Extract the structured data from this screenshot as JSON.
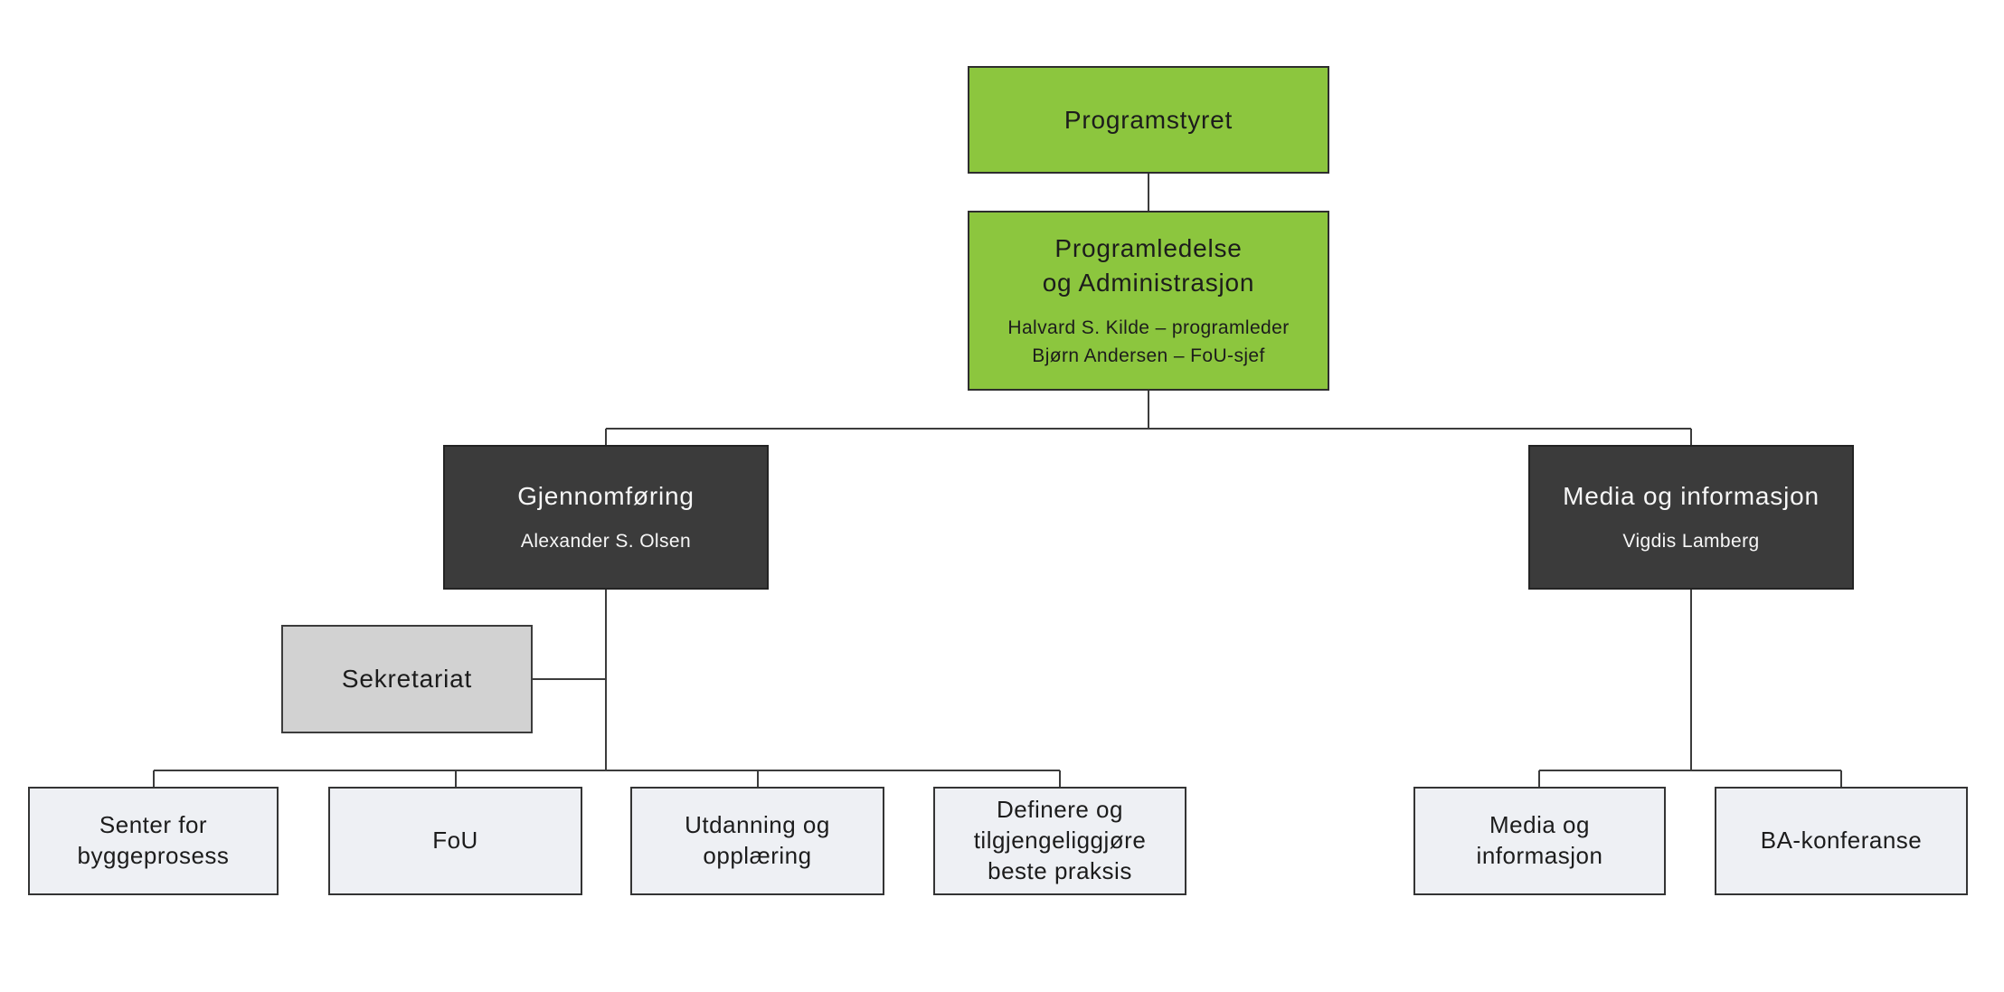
{
  "diagram": {
    "type": "org-chart",
    "background": "#ffffff",
    "colors": {
      "executive_fill": "#8cc63e",
      "division_fill": "#3b3b3b",
      "support_fill": "#d2d2d2",
      "leaf_fill": "#eef0f4",
      "connector": "#3c3c3c",
      "text_dark": "#1c1c1c",
      "text_light": "#f7f7f7"
    },
    "nodes": {
      "programstyret": {
        "label": "Programstyret"
      },
      "programledelse": {
        "label": "Programledelse\nog Administrasjon",
        "members": [
          "Halvard S. Kilde – programleder",
          "Bjørn Andersen – FoU-sjef"
        ]
      },
      "gjennomforing": {
        "label": "Gjennomføring",
        "members": [
          "Alexander S. Olsen"
        ]
      },
      "media_avdeling": {
        "label": "Media og informasjon",
        "members": [
          "Vigdis Lamberg"
        ]
      },
      "sekretariat": {
        "label": "Sekretariat"
      },
      "senter_for_byggeprosess": {
        "label": "Senter for\nbyggeprosess"
      },
      "fou": {
        "label": "FoU"
      },
      "utdanning_og_opplaering": {
        "label": "Utdanning og\nopplæring"
      },
      "definere_beste_praksis": {
        "label": "Definere og\ntilgjengeliggjøre\nbeste praksis"
      },
      "media_og_informasjon": {
        "label": "Media og\ninformasjon"
      },
      "ba_konferanse": {
        "label": "BA-konferanse"
      }
    },
    "hierarchy": {
      "programstyret": [
        "programledelse"
      ],
      "programledelse": [
        "gjennomforing",
        "media_avdeling"
      ],
      "gjennomforing": [
        "sekretariat",
        "senter_for_byggeprosess",
        "fou",
        "utdanning_og_opplaering",
        "definere_beste_praksis"
      ],
      "media_avdeling": [
        "media_og_informasjon",
        "ba_konferanse"
      ]
    }
  }
}
